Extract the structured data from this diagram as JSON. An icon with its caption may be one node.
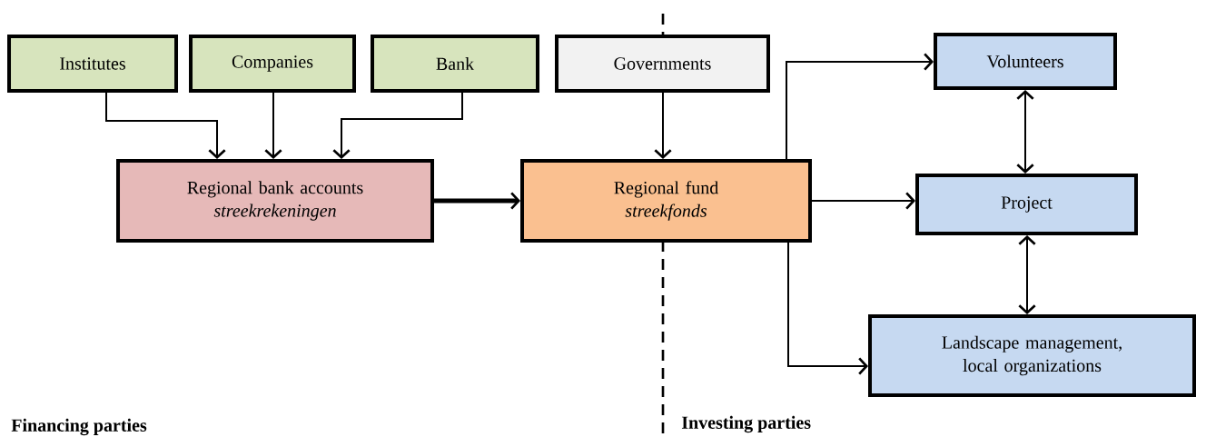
{
  "diagram": {
    "nodes": [
      {
        "text": [
          "Institutes"
        ]
      },
      {
        "text": [
          "Companies"
        ]
      },
      {
        "text": [
          "Bank"
        ]
      },
      {
        "text": [
          "Governments"
        ]
      },
      {
        "text": [
          "Regional bank accounts",
          "streekrekeningen"
        ]
      },
      {
        "text": [
          "Regional fund",
          "streekfonds"
        ]
      },
      {
        "text": [
          "Volunteers"
        ]
      },
      {
        "text": [
          "Project"
        ]
      },
      {
        "text": [
          "Landscape management, local organizations"
        ]
      }
    ],
    "edges": [
      {
        "from": 0,
        "to": 4,
        "arrow": "to"
      },
      {
        "from": 1,
        "to": 4,
        "arrow": "to"
      },
      {
        "from": 2,
        "to": 4,
        "arrow": "to"
      },
      {
        "from": 3,
        "to": 5,
        "arrow": "to"
      },
      {
        "from": 4,
        "to": 5,
        "arrow": "to",
        "style": "thick"
      },
      {
        "from": 5,
        "to": 6,
        "arrow": "to"
      },
      {
        "from": 5,
        "to": 7,
        "arrow": "to"
      },
      {
        "from": 5,
        "to": 8,
        "arrow": "to"
      },
      {
        "from": 6,
        "to": 7,
        "arrow": "both"
      },
      {
        "from": 7,
        "to": 8,
        "arrow": "both"
      }
    ],
    "labels": [
      "Financing parties",
      "Investing parties"
    ]
  }
}
